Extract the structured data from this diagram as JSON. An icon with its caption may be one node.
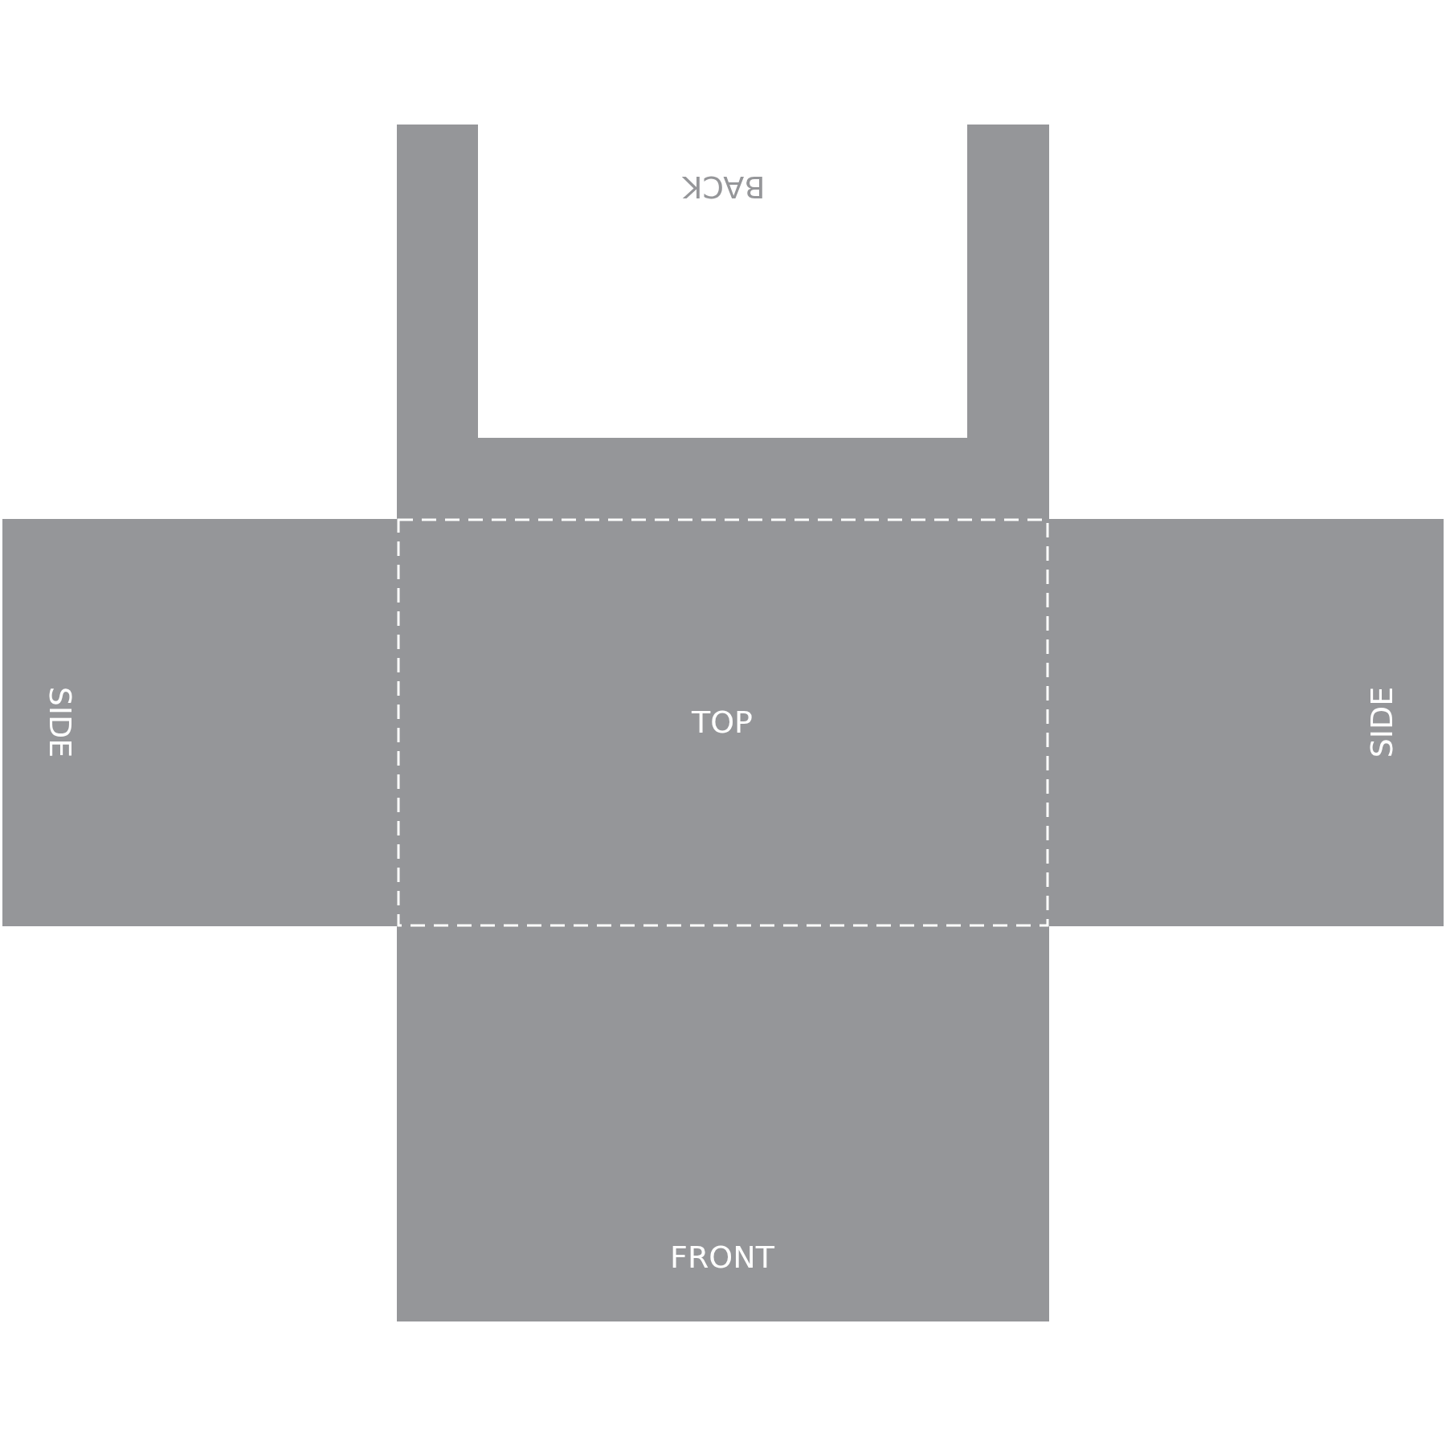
{
  "diagram": {
    "nodes": [
      {
        "text": [
          "BACK"
        ]
      },
      {
        "text": [
          "SIDE"
        ]
      },
      {
        "text": [
          "TOP"
        ]
      },
      {
        "text": [
          "SIDE"
        ]
      },
      {
        "text": [
          "FRONT"
        ]
      }
    ]
  }
}
